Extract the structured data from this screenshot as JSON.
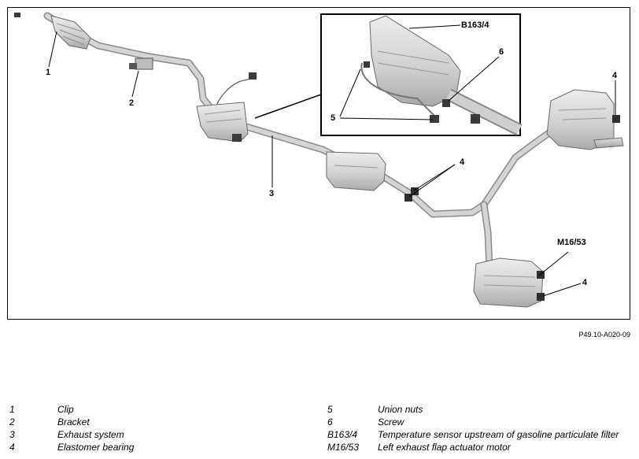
{
  "figure": {
    "callouts": {
      "c1": "1",
      "c2": "2",
      "c3": "3",
      "c4a": "4",
      "c4b": "4",
      "c4c": "4",
      "c5": "5",
      "c6": "6",
      "cB": "B163/4",
      "cM": "M16/53"
    },
    "reference": "P49.10-A020-09"
  },
  "legend": {
    "left": [
      {
        "key": "1",
        "text": "Clip"
      },
      {
        "key": "2",
        "text": "Bracket"
      },
      {
        "key": "3",
        "text": "Exhaust system"
      },
      {
        "key": "4",
        "text": "Elastomer bearing"
      }
    ],
    "right": [
      {
        "key": "5",
        "text": "Union nuts"
      },
      {
        "key": "6",
        "text": "Screw"
      },
      {
        "key": "B163/4",
        "text": "Temperature sensor upstream of gasoline particulate filter"
      },
      {
        "key": "M16/53",
        "text": "Left exhaust flap actuator motor"
      }
    ]
  },
  "colors": {
    "pipe": "#c9c9c9",
    "pipe_edge": "#8a8a8a",
    "muffler": "#d8d8d8",
    "part_dark": "#3a3a3a"
  }
}
